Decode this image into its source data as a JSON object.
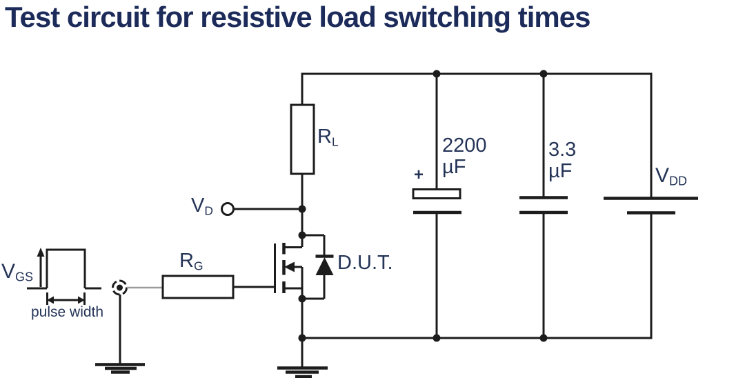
{
  "title": "Test circuit for resistive load switching times",
  "colors": {
    "title": "#1c2b5a",
    "label": "#243457",
    "wire": "#1c1c1c",
    "gray_wire": "#9a9a9a",
    "background": "#ffffff"
  },
  "labels": {
    "vgs": {
      "main": "V",
      "sub": "GS"
    },
    "pulse_width": "pulse width",
    "rg": {
      "main": "R",
      "sub": "G"
    },
    "rl": {
      "main": "R",
      "sub": "L"
    },
    "vd": {
      "main": "V",
      "sub": "D"
    },
    "dut": "D.U.T.",
    "cap1": {
      "polarity": "+",
      "value": "2200",
      "unit": "µF"
    },
    "cap2": {
      "value": "3.3",
      "unit": "µF"
    },
    "vdd": {
      "main": "V",
      "sub": "DD"
    }
  }
}
